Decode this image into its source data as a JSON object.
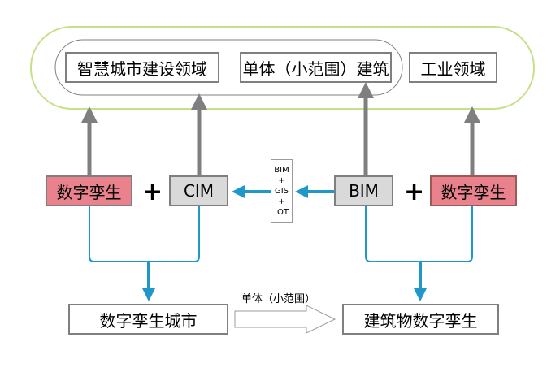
{
  "domains": {
    "smart_city": "智慧城市建设领域",
    "single_building": "单体（小范围）建筑",
    "industrial": "工业领域"
  },
  "middle": {
    "twin_left": "数字孪生",
    "plus_left": "+",
    "cim": "CIM",
    "stack": [
      "BIM",
      "+",
      "GIS",
      "+",
      "IOT"
    ],
    "bim": "BIM",
    "plus_right": "+",
    "twin_right": "数字孪生"
  },
  "bottom": {
    "city_twin": "数字孪生城市",
    "building_twin": "建筑物数字孪生",
    "arrow_label": "单体（小范围）"
  },
  "colors": {
    "outer_border": "#c6e08a",
    "gray_arrow": "#7f7f7f",
    "blue_line": "#1f97c9",
    "twin_fill": "#e9828d",
    "gray_fill": "#d9d9d9"
  }
}
